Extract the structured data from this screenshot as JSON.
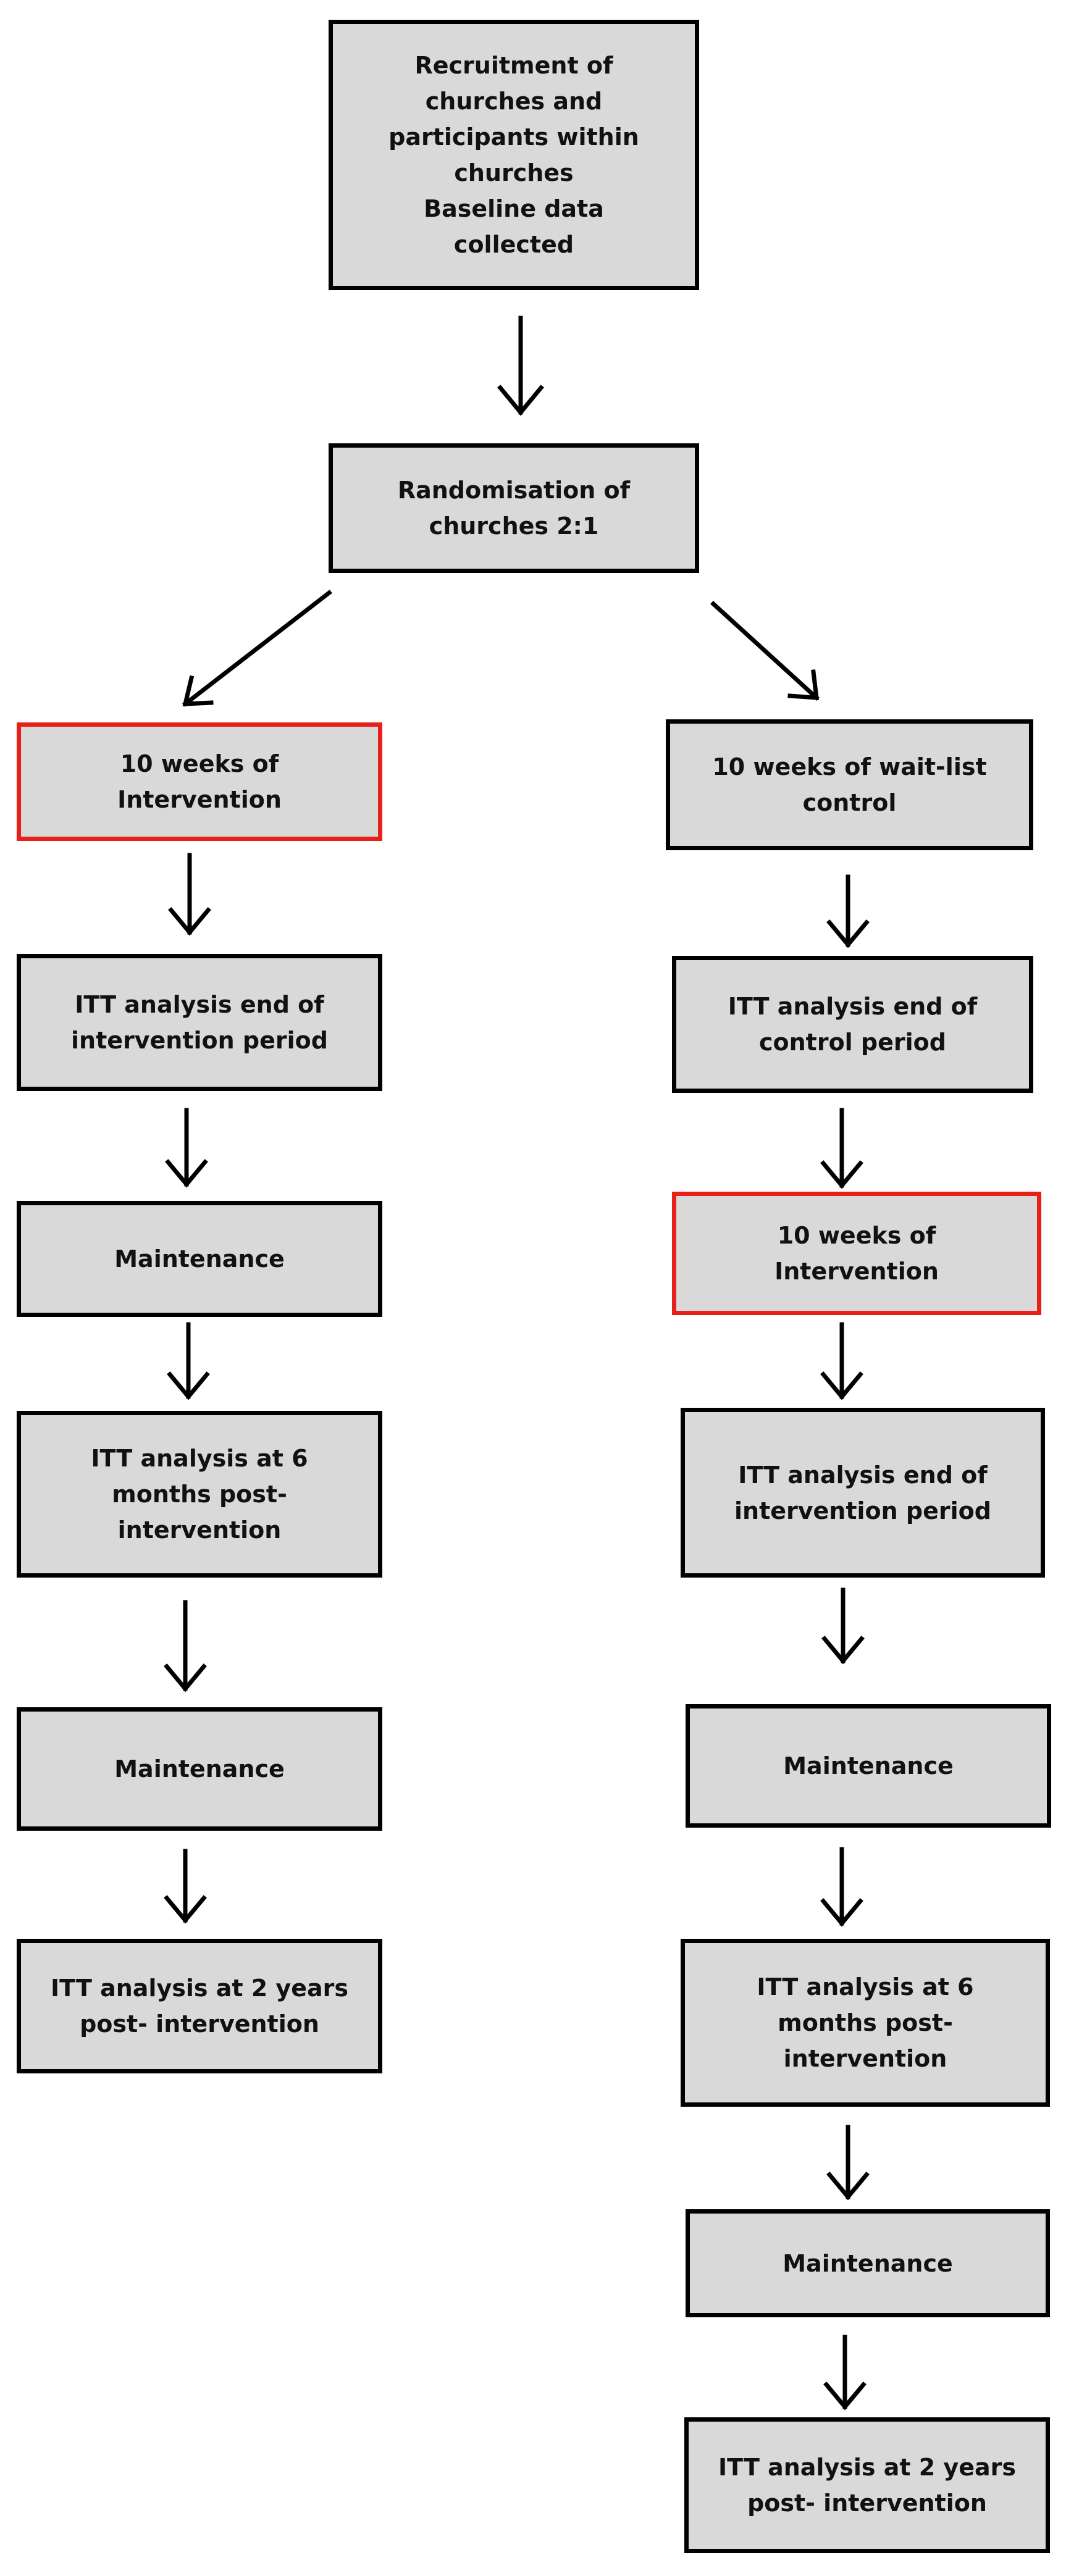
{
  "flowchart": {
    "recruitment": "Recruitment of\nchurches and\nparticipants within\nchurches\nBaseline data\ncollected",
    "randomisation": "Randomisation of\nchurches 2:1",
    "left": {
      "intervention": "10 weeks of\nIntervention",
      "itt_end": "ITT analysis end of\nintervention period",
      "maintenance_1": "Maintenance",
      "itt_6m": "ITT analysis at 6\nmonths post-\nintervention",
      "maintenance_2": "Maintenance",
      "itt_2y": "ITT analysis at 2 years\npost- intervention"
    },
    "right": {
      "waitlist": "10 weeks of wait-list\ncontrol",
      "itt_control": "ITT analysis end of\ncontrol period",
      "intervention": "10 weeks of\nIntervention",
      "itt_end": "ITT analysis end of\nintervention period",
      "maintenance_1": "Maintenance",
      "itt_6m": "ITT analysis at 6\nmonths post-\nintervention",
      "maintenance_2": "Maintenance",
      "itt_2y": "ITT analysis at 2 years\npost- intervention"
    }
  },
  "colors": {
    "box_fill": "#d9d9d9",
    "box_border": "#000000",
    "highlight_border": "#e8201a"
  }
}
